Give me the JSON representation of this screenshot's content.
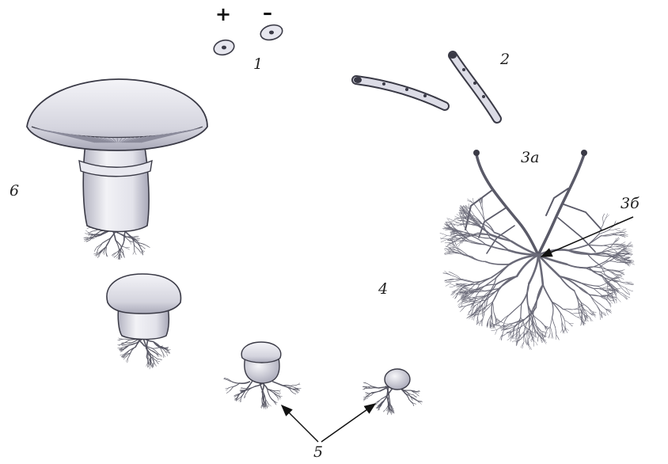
{
  "labels": {
    "plus": "+",
    "minus": "–",
    "l1": "1",
    "l2": "2",
    "l3a": "3а",
    "l3b": "3б",
    "l4": "4",
    "l5": "5",
    "l6": "6"
  },
  "colors": {
    "ink": "#3a3a46",
    "cap_fill": "#ececf2",
    "cap_shade": "#b9b9c8",
    "mycelium": "#6a6a78"
  }
}
